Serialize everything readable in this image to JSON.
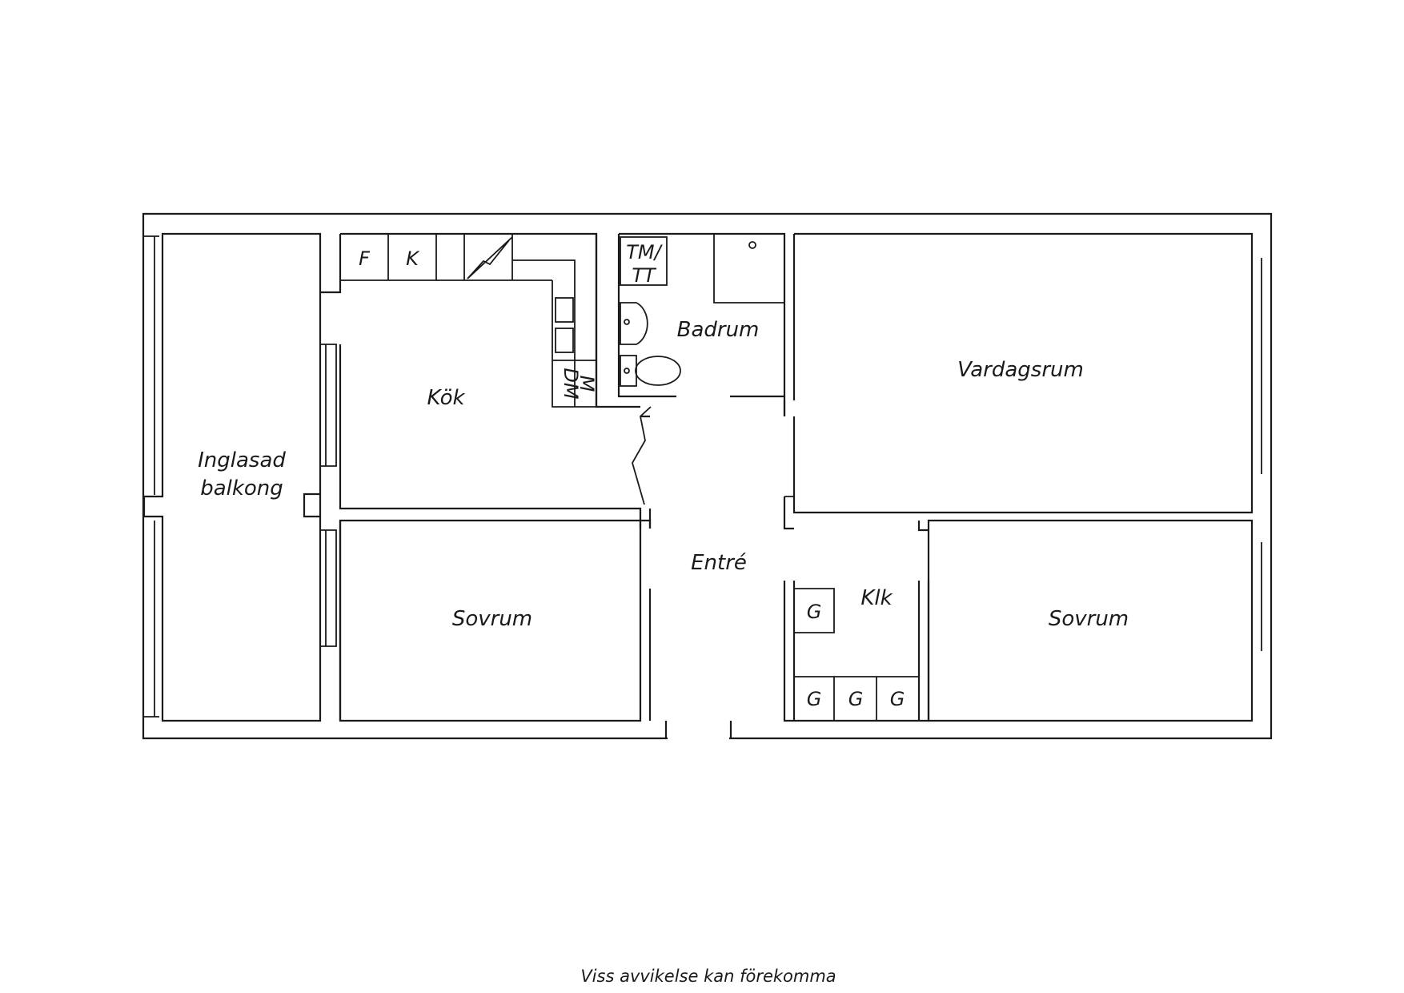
{
  "rooms": {
    "balcony": [
      "Inglasad",
      "balkong"
    ],
    "kitchen": "Kök",
    "bathroom": "Badrum",
    "living": "Vardagsrum",
    "hall": "Entré",
    "bedroom_left": "Sovrum",
    "bedroom_right": "Sovrum",
    "closet": "Klk"
  },
  "fixtures": {
    "fridge": "F",
    "freezer": "K",
    "dishwasher": "DM",
    "microwave": "M",
    "washer": [
      "TM/",
      "TT"
    ],
    "wardrobe": "G"
  },
  "footer": {
    "note": "Viss avvikelse kan förekomma"
  }
}
